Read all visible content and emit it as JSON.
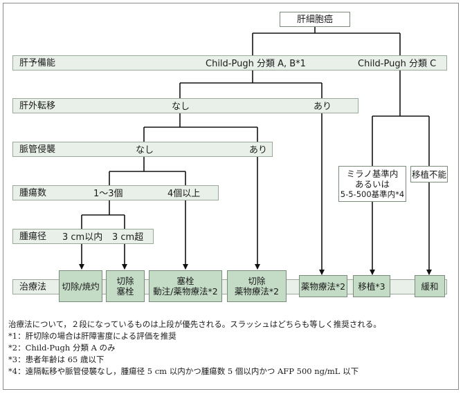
{
  "root": "肝細胞癌",
  "rows": {
    "liver_function": {
      "label": "肝予備能",
      "options": [
        "Child-Pugh 分類 A, B*1",
        "Child-Pugh 分類 C"
      ]
    },
    "extrahepatic": {
      "label": "肝外転移",
      "options": [
        "なし",
        "あり"
      ]
    },
    "vascular": {
      "label": "脈管侵襲",
      "options": [
        "なし",
        "あり"
      ]
    },
    "tumor_count": {
      "label": "腫瘍数",
      "options": [
        "1〜3個",
        "4個以上"
      ]
    },
    "tumor_size": {
      "label": "腫瘍径",
      "options": [
        "3 cm以内",
        "3 cm超"
      ]
    },
    "treatment": {
      "label": "治療法"
    }
  },
  "criteria": {
    "milan": [
      "ミラノ基準内",
      "あるいは",
      "5-5-500基準内*4"
    ],
    "no_transplant": "移植不能"
  },
  "treatments": [
    [
      "切除/焼灼"
    ],
    [
      "切除",
      "塞栓"
    ],
    [
      "塞栓",
      "動注/薬物療法*2"
    ],
    [
      "切除",
      "薬物療法*2"
    ],
    [
      "薬物療法*2"
    ],
    [
      "移植*3"
    ],
    [
      "緩和"
    ]
  ],
  "notes": [
    "治療法について，２段になっているものは上段が優先される。スラッシュはどちらも等しく推奨される。",
    "*1：肝切除の場合は肝障害度による評価を推奨",
    "*2：Child-Pugh 分類 A のみ",
    "*3：患者年齢は 65 歳以下",
    "*4：遠隔転移や脈管侵襲なし，腫瘍径 5 cm 以内かつ腫瘍数 5 個以内かつ AFP 500 ng/mL 以下"
  ]
}
